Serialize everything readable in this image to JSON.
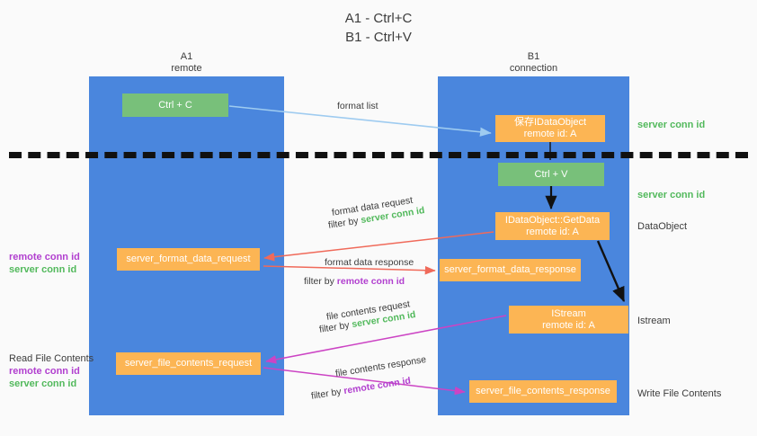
{
  "title": "A1 - Ctrl+C\nB1 - Ctrl+V",
  "colors": {
    "lane": "#4a86dd",
    "green_box": "#78c07a",
    "orange_box": "#fcb554",
    "server_conn_id": "#52b95c",
    "remote_conn_id": "#b13fcf",
    "arrow_blue": "#9ecbf0",
    "arrow_red": "#f06a5a",
    "arrow_magenta": "#cc44c4",
    "arrow_black": "#111111",
    "background": "#fafafa"
  },
  "lanes": [
    {
      "id": "a1",
      "title": "A1\nremote"
    },
    {
      "id": "b1",
      "title": "B1\nconnection"
    }
  ],
  "boxes": {
    "ctrl_c": "Ctrl + C",
    "save_idataobject": "保存IDataObject\nremote id: A",
    "ctrl_v": "Ctrl + V",
    "getdata": "IDataObject::GetData\nremote id: A",
    "format_data_request": "server_format_data_request",
    "format_data_response": "server_format_data_response",
    "istream": "IStream\nremote id: A",
    "file_contents_request": "server_file_contents_request",
    "file_contents_response": "server_file_contents_response"
  },
  "edge_labels": {
    "format_list": "format list",
    "format_data_request": "format data request",
    "format_data_request_filter_prefix": "filter by ",
    "format_data_request_filter_value": "server conn id",
    "format_data_response": "format data response",
    "format_data_response_filter_prefix": "filter by ",
    "format_data_response_filter_value": "remote conn id",
    "file_contents_request": "file contents request",
    "file_contents_request_filter_prefix": "filter by ",
    "file_contents_request_filter_value": "server conn id",
    "file_contents_response": "file contents response",
    "file_contents_response_filter_prefix": "filter by ",
    "file_contents_response_filter_value": "remote conn id"
  },
  "right_annotations": {
    "server_conn_id_top": "server conn id",
    "server_conn_id_mid": "server conn id",
    "dataobject": "DataObject",
    "istream": "Istream",
    "write_file_contents": "Write File Contents"
  },
  "left_annotations": {
    "group1": {
      "remote": "remote conn id",
      "server": "server conn id"
    },
    "group2": {
      "heading": "Read File Contents",
      "remote": "remote conn id",
      "server": "server conn id"
    }
  }
}
